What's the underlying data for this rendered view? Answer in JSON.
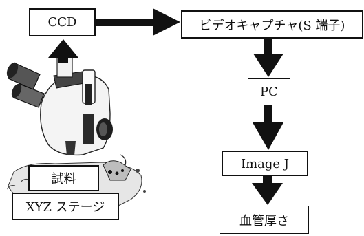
{
  "diagram": {
    "nodes": {
      "ccd": "CCD",
      "video_capture": "ビデオキャプチャ(S 端子)",
      "pc": "PC",
      "image_j": "Image J",
      "vessel_thickness": "血管厚さ",
      "sample": "試料",
      "xyz_stage": "XYZ ステージ"
    },
    "edges": [
      {
        "from": "microscope",
        "to": "ccd"
      },
      {
        "from": "ccd",
        "to": "video_capture"
      },
      {
        "from": "video_capture",
        "to": "pc"
      },
      {
        "from": "pc",
        "to": "image_j"
      },
      {
        "from": "image_j",
        "to": "vessel_thickness"
      }
    ],
    "colors": {
      "ink": "#111111",
      "background": "#ffffff"
    },
    "icons": {
      "microscope": "microscope-illustration"
    }
  }
}
